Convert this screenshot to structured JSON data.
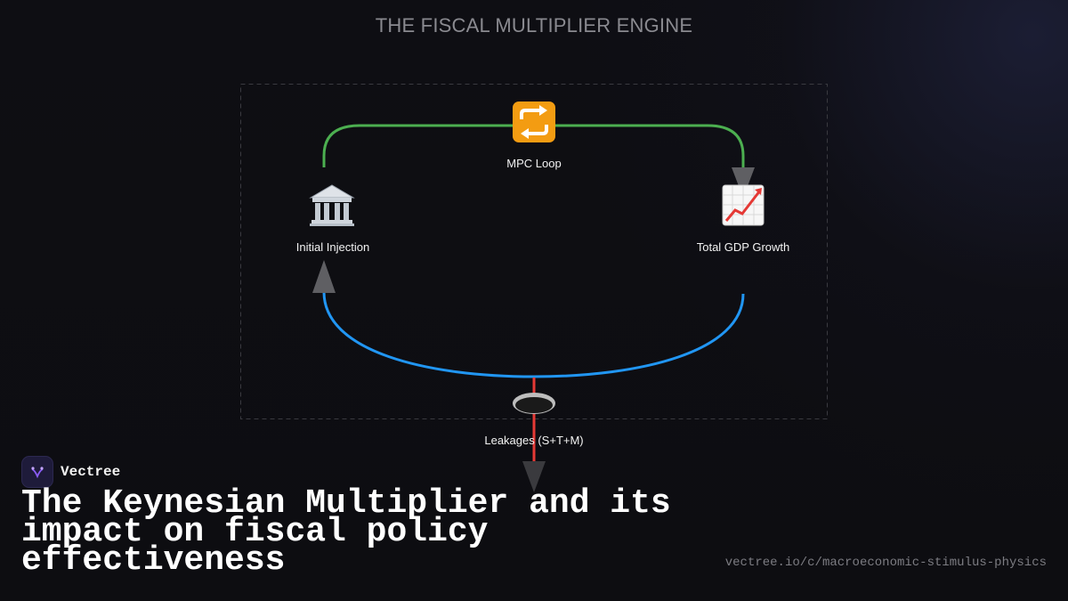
{
  "diagram": {
    "title": "THE FISCAL MULTIPLIER ENGINE",
    "nodes": {
      "injection": {
        "label": "Initial Injection",
        "icon": "classical-building-icon"
      },
      "mpc": {
        "label": "MPC Loop",
        "icon": "repeat-arrows-icon"
      },
      "gdp": {
        "label": "Total GDP Growth",
        "icon": "chart-increasing-icon"
      },
      "leakages": {
        "label": "Leakages (S+T+M)",
        "icon": "drain-hole-icon"
      }
    },
    "edges": [
      {
        "from": "Initial Injection",
        "to": "Total GDP Growth",
        "via": "MPC Loop",
        "color": "#4caf50"
      },
      {
        "from": "Total GDP Growth",
        "to": "Initial Injection",
        "color": "#2196f3"
      },
      {
        "from": "loop",
        "to": "Leakages (S+T+M)",
        "color": "#e53935"
      }
    ]
  },
  "brand": {
    "name": "Vectree",
    "accent": "#8b5cf6"
  },
  "headline": "The Keynesian Multiplier and its impact on fiscal policy effectiveness",
  "url": "vectree.io/c/macroeconomic-stimulus-physics"
}
